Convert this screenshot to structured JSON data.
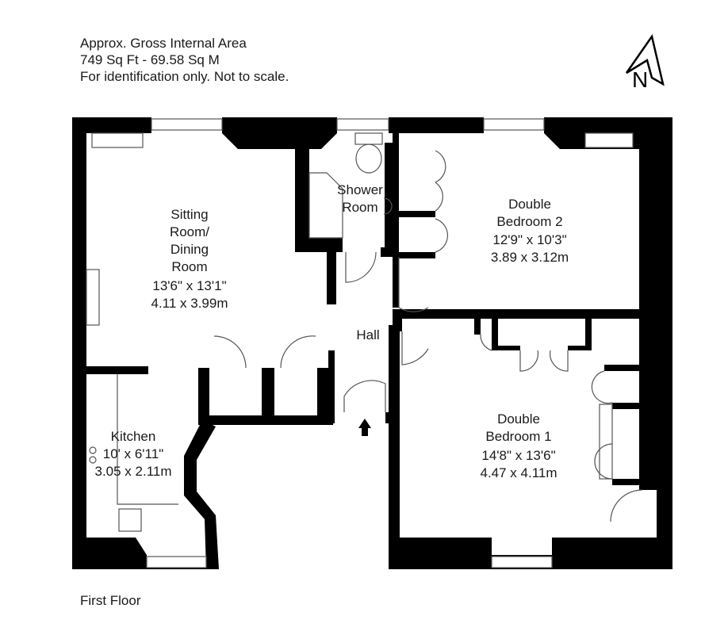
{
  "header": {
    "line1": "Approx. Gross Internal Area",
    "line2": "749 Sq Ft  -  69.58 Sq M",
    "line3": "For identification only. Not to scale."
  },
  "footer": {
    "floor_label": "First Floor"
  },
  "north_label": "N",
  "rooms": {
    "sitting": {
      "l1": "Sitting",
      "l2": "Room/",
      "l3": "Dining",
      "l4": "Room",
      "l5": "13'6\" x 13'1\"",
      "l6": "4.11 x 3.99m"
    },
    "shower": {
      "l1": "Shower",
      "l2": "Room"
    },
    "bed2": {
      "l1": "Double",
      "l2": "Bedroom 2",
      "l3": "12'9\" x 10'3\"",
      "l4": "3.89 x 3.12m"
    },
    "hall": {
      "l1": "Hall"
    },
    "kitchen": {
      "l1": "Kitchen",
      "l2": "10' x 6'11\"",
      "l3": "3.05 x 2.11m"
    },
    "bed1": {
      "l1": "Double",
      "l2": "Bedroom 1",
      "l3": "14'8\" x 13'6\"",
      "l4": "4.47 x 4.11m"
    }
  },
  "colors": {
    "wall": "#000000",
    "line": "#555555",
    "background": "#ffffff"
  }
}
